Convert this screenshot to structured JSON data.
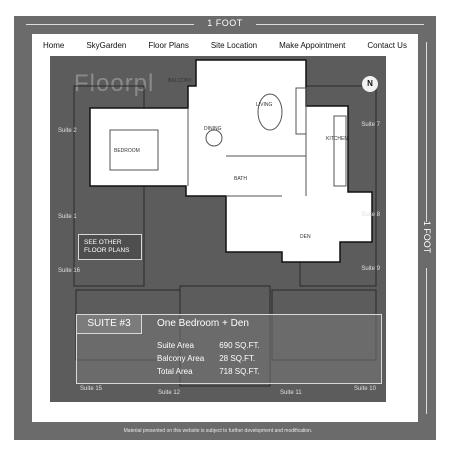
{
  "measure": {
    "top": "1 FOOT",
    "right": "1 FOOT"
  },
  "nav": {
    "items": [
      {
        "label": "Home"
      },
      {
        "label": "SkyGarden"
      },
      {
        "label": "Floor Plans"
      },
      {
        "label": "Site Location"
      },
      {
        "label": "Make Appointment"
      },
      {
        "label": "Contact Us"
      }
    ]
  },
  "plan": {
    "title": "Floorpl",
    "compass": "N",
    "rooms": {
      "balcony": "BALCONY",
      "living": "LIVING",
      "dining": "DINING",
      "bedroom": "BEDROOM",
      "kitchen": "KITCHEN",
      "bath": "BATH",
      "den": "DEN"
    },
    "suites": {
      "s2": "Suite 2",
      "s7": "Suite 7",
      "s1": "Suite 1",
      "s8": "Suite 8",
      "s16": "Suite 16",
      "s9": "Suite 9",
      "s15": "Suite 15",
      "s12": "Suite 12",
      "s11": "Suite 11",
      "s10": "Suite 10"
    },
    "see_other": "SEE OTHER FLOOR PLANS"
  },
  "suite": {
    "tag": "SUITE #3",
    "type": "One Bedroom + Den",
    "rows": [
      {
        "k": "Suite Area",
        "v": "690 SQ.FT."
      },
      {
        "k": "Balcony Area",
        "v": "28 SQ.FT."
      },
      {
        "k": "Total Area",
        "v": "718 SQ.FT."
      }
    ]
  },
  "footer_note": "Material presented on this website is subject to further development and modification.",
  "colors": {
    "frame": "#6b6b6b",
    "plan_bg": "#5c5c5c"
  }
}
